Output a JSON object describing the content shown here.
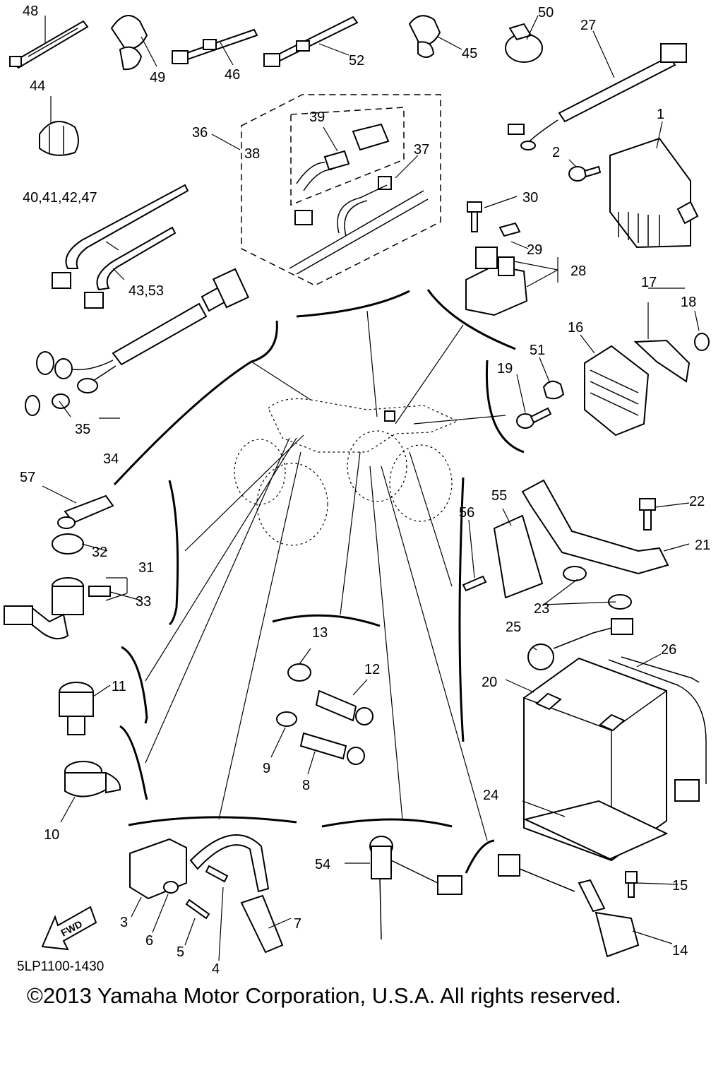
{
  "diagram": {
    "title": "Electrical parts diagram",
    "drawing_code": "5LP1100-1430",
    "copyright": "©2013 Yamaha Motor Corporation, U.S.A. All rights reserved.",
    "fwd_label": "FWD",
    "callouts": {
      "c1": "1",
      "c2": "2",
      "c3": "3",
      "c4": "4",
      "c5": "5",
      "c6": "6",
      "c7": "7",
      "c8": "8",
      "c9": "9",
      "c10": "10",
      "c11": "11",
      "c12": "12",
      "c13": "13",
      "c14": "14",
      "c15": "15",
      "c16": "16",
      "c17": "17",
      "c18": "18",
      "c19": "19",
      "c20": "20",
      "c21": "21",
      "c22": "22",
      "c23": "23",
      "c24": "24",
      "c25": "25",
      "c26": "26",
      "c27": "27",
      "c28": "28",
      "c29": "29",
      "c30": "30",
      "c31": "31",
      "c32": "32",
      "c33": "33",
      "c34": "34",
      "c35": "35",
      "c36": "36",
      "c37": "37",
      "c38": "38",
      "c39": "39",
      "c40_47": "40,41,42,47",
      "c43_53": "43,53",
      "c44": "44",
      "c45": "45",
      "c46": "46",
      "c48": "48",
      "c49": "49",
      "c50": "50",
      "c51": "51",
      "c52": "52",
      "c54": "54",
      "c55": "55",
      "c56": "56",
      "c57": "57"
    }
  }
}
